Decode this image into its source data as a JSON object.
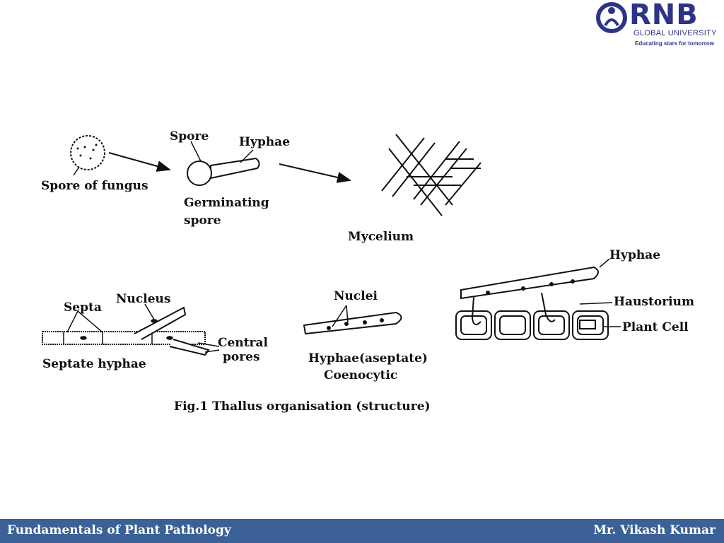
{
  "header": {
    "logo_name": "RNB",
    "logo_sub": "GLOBAL UNIVERSITY",
    "logo_tagline": "Educating stars for tomorrow"
  },
  "figure": {
    "labels": {
      "spore_of_fungus": "Spore of fungus",
      "spore": "Spore",
      "hyphae_top": "Hyphae",
      "germinating_1": "Germinating",
      "germinating_2": "spore",
      "mycelium": "Mycelium",
      "septa": "Septa",
      "nucleus": "Nucleus",
      "central_1": "Central",
      "central_2": "pores",
      "septate_hyphae": "Septate hyphae",
      "nuclei": "Nuclei",
      "aseptate": "Hyphae(aseptate)",
      "coenocytic": "Coenocytic",
      "hyphae_right": "Hyphae",
      "haustorium": "Haustorium",
      "plant_cell": "Plant Cell",
      "caption": "Fig.1 Thallus organisation (structure)"
    }
  },
  "footer": {
    "left": "Fundamentals of Plant Pathology",
    "right": "Mr. Vikash Kumar"
  }
}
